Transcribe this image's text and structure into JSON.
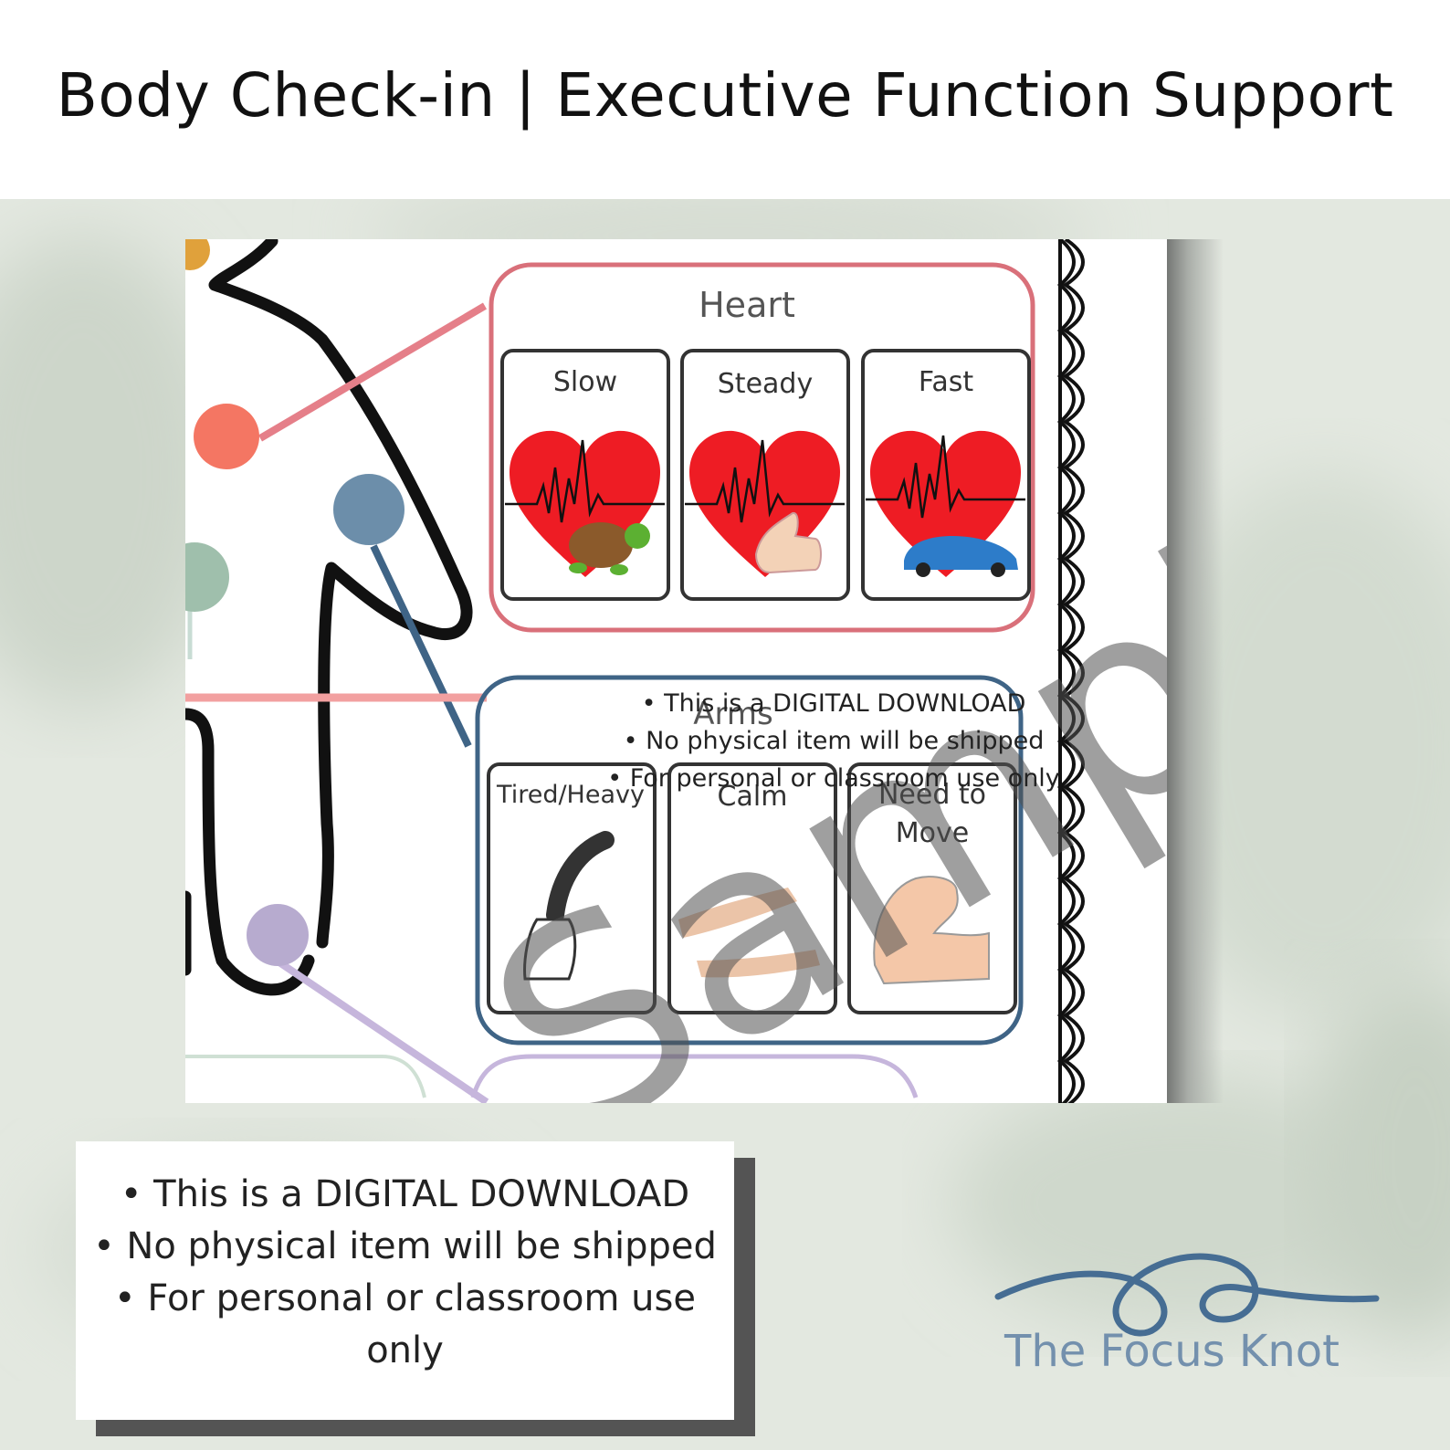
{
  "title": "Body Check-in | Executive Function Support",
  "sheet": {
    "heart": {
      "title": "Heart",
      "cards": [
        {
          "label": "Slow",
          "icon": "turtle-icon"
        },
        {
          "label": "Steady",
          "icon": "thumbs-up-icon"
        },
        {
          "label": "Fast",
          "icon": "race-car-icon"
        }
      ]
    },
    "arms": {
      "title": "Arms",
      "cards": [
        {
          "label": "Tired/Heavy",
          "icon": "heavy-arm-icon"
        },
        {
          "label": "Calm",
          "icon": "relaxed-arms-icon"
        },
        {
          "label_line1": "Need to",
          "label_line2": "Move",
          "icon": "flexed-arm-icon"
        }
      ]
    },
    "watermark": "Sample",
    "overlay_notes": [
      "• This is a DIGITAL DOWNLOAD",
      "• No physical item will be shipped",
      "• For personal or classroom use only"
    ]
  },
  "notes": [
    "• This is a DIGITAL DOWNLOAD",
    "• No physical item will be shipped",
    "• For personal or classroom use",
    "only"
  ],
  "brand": {
    "name": "The Focus Knot",
    "color": "#466d93",
    "text_color": "#7390ad"
  },
  "colors": {
    "heart_border": "#d9707a",
    "arms_border": "#3f6486",
    "background": "#dfe5dc"
  }
}
